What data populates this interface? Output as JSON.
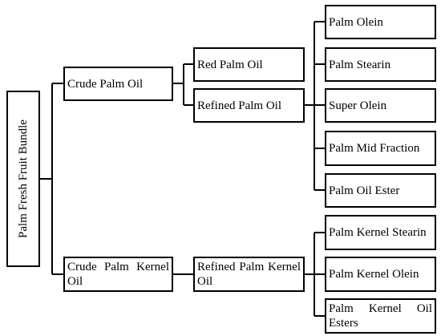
{
  "diagram": {
    "root": "Palm Fresh Fruit Bundle",
    "crude_palm_oil": "Crude Palm Oil",
    "crude_palm_kernel_oil": "Crude Palm Kernel Oil",
    "red_palm_oil": "Red Palm Oil",
    "refined_palm_oil": "Refined Palm Oil",
    "refined_palm_kernel_oil": "Refined Palm Kernel Oil",
    "palm_olein": "Palm Olein",
    "palm_stearin": "Palm Stearin",
    "super_olein": "Super Olein",
    "palm_mid_fraction": "Palm Mid Fraction",
    "palm_oil_ester": "Palm Oil Ester",
    "palm_kernel_stearin": "Palm Kernel Stearin",
    "palm_kernel_olein": "Palm Kernel Olein",
    "palm_kernel_oil_esters": "Palm Kernel Oil Esters"
  }
}
